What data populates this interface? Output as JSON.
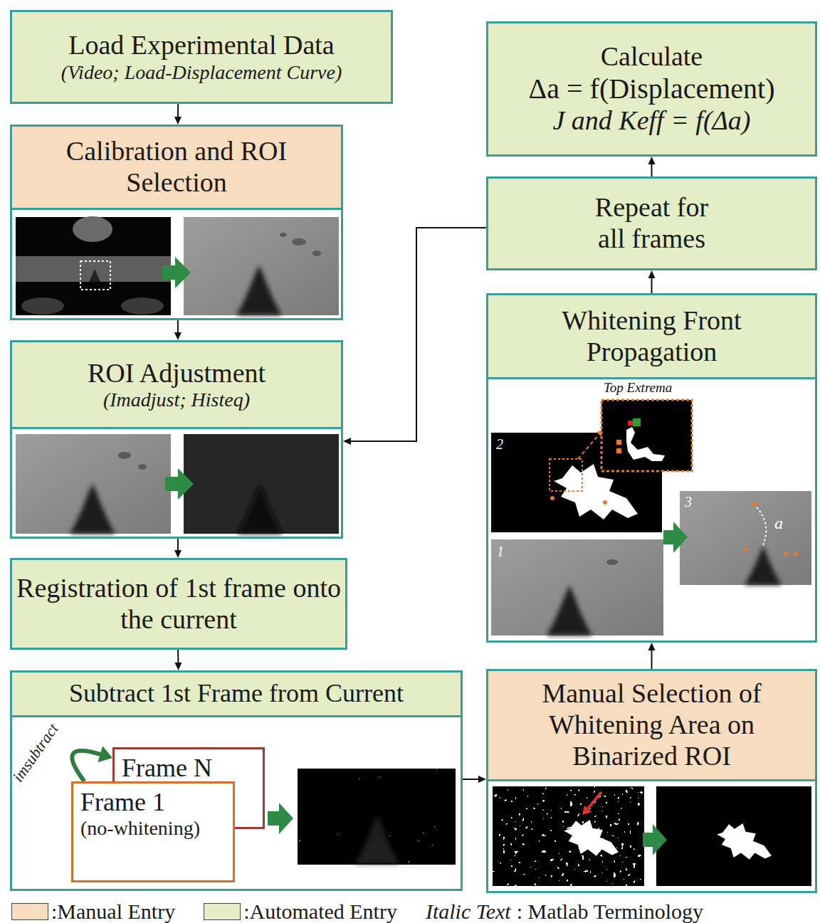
{
  "diagram": {
    "nodes": [
      {
        "text": [
          "Load Experimental Data",
          "(Video; Load-Displacement Curve)"
        ]
      },
      {
        "text": [
          "Calibration and ROI Selection"
        ]
      },
      {
        "text": [
          "ROI Adjustment",
          "(Imadjust; Histeq)"
        ]
      },
      {
        "text": [
          "Registration of 1st frame onto the current"
        ]
      },
      {
        "text": [
          "Subtract 1st Frame from Current"
        ]
      },
      {
        "text": [
          "Frame N"
        ],
        "in": 4
      },
      {
        "text": [
          "Frame 1",
          "(no-whitening)"
        ],
        "in": 4
      },
      {
        "text": [
          "Manual Selection of Whitening Area on Binarized ROI"
        ]
      },
      {
        "text": [
          "Whitening Front Propagation"
        ]
      },
      {
        "text": [
          "Repeat for all frames"
        ]
      },
      {
        "text": [
          "Calculate",
          "Δa = f(Displacement)",
          "J and Keff = f(Δa)"
        ]
      }
    ],
    "edges": [
      {
        "from": 0,
        "to": 1,
        "arrow": "to"
      },
      {
        "from": 1,
        "to": 2,
        "arrow": "to"
      },
      {
        "from": 2,
        "to": 3,
        "arrow": "to"
      },
      {
        "from": 3,
        "to": 4,
        "arrow": "to"
      },
      {
        "from": 6,
        "to": 5,
        "label": "imsubtract",
        "arrow": "to"
      },
      {
        "from": 4,
        "to": 7,
        "arrow": "to"
      },
      {
        "from": 7,
        "to": 8,
        "arrow": "to"
      },
      {
        "from": 8,
        "to": 9,
        "arrow": "to"
      },
      {
        "from": 9,
        "to": 10,
        "arrow": "to"
      },
      {
        "from": 9,
        "to": 2,
        "arrow": "to"
      }
    ],
    "labels": [
      "Top Extrema",
      "2",
      "1",
      "3",
      "a",
      "Italic Text",
      ": Matlab Terminology"
    ],
    "legend": [
      {
        "text": ":Manual Entry",
        "color": "#f8dcc0"
      },
      {
        "text": ":Automated Entry",
        "color": "#e4edc6"
      }
    ]
  }
}
